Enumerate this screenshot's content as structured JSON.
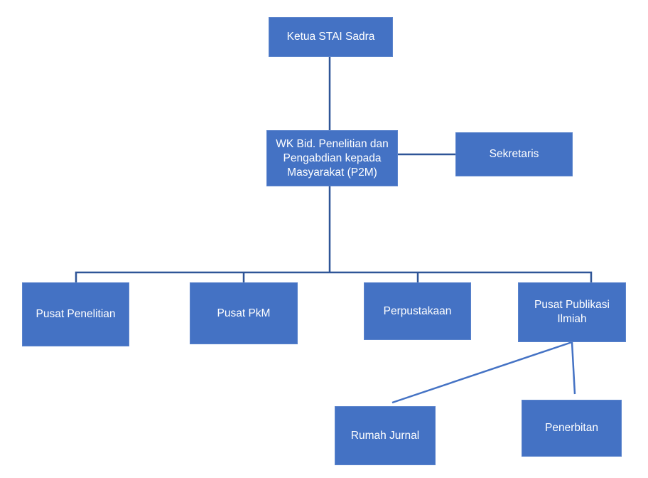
{
  "diagram": {
    "type": "org-chart",
    "colors": {
      "box": "#4472C4",
      "line": "#2F5597",
      "text": "#FFFFFF"
    },
    "nodes": [
      {
        "id": "ketua",
        "label": "Ketua STAI Sadra"
      },
      {
        "id": "wk",
        "label": "WK Bid. Penelitian dan\nPengabdian kepada\nMasyarakat (P2M)"
      },
      {
        "id": "sekretaris",
        "label": "Sekretaris"
      },
      {
        "id": "pusat-penelitian",
        "label": "Pusat Penelitian"
      },
      {
        "id": "pusat-pkm",
        "label": "Pusat PkM"
      },
      {
        "id": "perpustakaan",
        "label": "Perpustakaan"
      },
      {
        "id": "pusat-publikasi",
        "label": "Pusat Publikasi\nIlmiah"
      },
      {
        "id": "rumah-jurnal",
        "label": "Rumah Jurnal"
      },
      {
        "id": "penerbitan",
        "label": "Penerbitan"
      }
    ],
    "edges": [
      {
        "from": "ketua",
        "to": "wk"
      },
      {
        "from": "wk",
        "to": "sekretaris"
      },
      {
        "from": "wk",
        "to": "pusat-penelitian"
      },
      {
        "from": "wk",
        "to": "pusat-pkm"
      },
      {
        "from": "wk",
        "to": "perpustakaan"
      },
      {
        "from": "wk",
        "to": "pusat-publikasi"
      },
      {
        "from": "pusat-publikasi",
        "to": "rumah-jurnal"
      },
      {
        "from": "pusat-publikasi",
        "to": "penerbitan"
      }
    ]
  }
}
